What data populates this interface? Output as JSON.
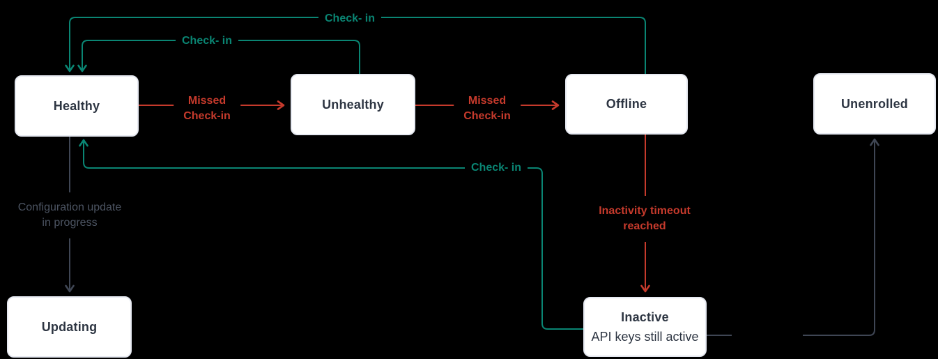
{
  "colors": {
    "background": "#000000",
    "checkin_teal": "#0A8573",
    "alert_red": "#C63A2C",
    "neutral_slate": "#3F4654",
    "muted_text": "#4C5462",
    "node_text": "#2D3542",
    "node_bg": "#FFFFFF",
    "node_border": "#E6E9F1"
  },
  "nodes": [
    {
      "id": "healthy",
      "label": "Healthy"
    },
    {
      "id": "unhealthy",
      "label": "Unhealthy"
    },
    {
      "id": "offline",
      "label": "Offline"
    },
    {
      "id": "unenrolled",
      "label": "Unenrolled"
    },
    {
      "id": "updating",
      "label": "Updating"
    },
    {
      "id": "inactive",
      "label": "Inactive",
      "sublabel": "API keys still active"
    }
  ],
  "edges": [
    {
      "id": "offline-to-healthy",
      "from": "offline",
      "to": "healthy",
      "label": "Check- in"
    },
    {
      "id": "unhealthy-to-healthy",
      "from": "unhealthy",
      "to": "healthy",
      "label": "Check- in"
    },
    {
      "id": "inactive-to-healthy",
      "from": "inactive",
      "to": "healthy",
      "label": "Check- in"
    },
    {
      "id": "healthy-to-unhealthy",
      "from": "healthy",
      "to": "unhealthy",
      "label": "Missed\nCheck-in"
    },
    {
      "id": "unhealthy-to-offline",
      "from": "unhealthy",
      "to": "offline",
      "label": "Missed\nCheck-in"
    },
    {
      "id": "offline-to-inactive",
      "from": "offline",
      "to": "inactive",
      "label": "Inactivity timeout\nreached"
    },
    {
      "id": "healthy-to-updating",
      "from": "healthy",
      "to": "updating",
      "label": "Configuration update\nin progress"
    },
    {
      "id": "inactive-to-unenrolled",
      "from": "inactive",
      "to": "unenrolled",
      "label": ""
    }
  ]
}
